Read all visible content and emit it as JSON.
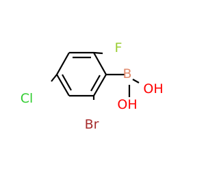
{
  "molecule": {
    "atoms": {
      "f": {
        "label": "F",
        "color": "#9ACD32"
      },
      "cl": {
        "label": "Cl",
        "color": "#32CD32"
      },
      "br": {
        "label": "Br",
        "color": "#A52A2A"
      },
      "b": {
        "label": "B",
        "color": "#E18A6C"
      },
      "oh_top": {
        "label": "OH",
        "color": "#FF0000"
      },
      "oh_bottom": {
        "label": "OH",
        "color": "#FF0000"
      }
    },
    "bond_color": "#000000"
  }
}
